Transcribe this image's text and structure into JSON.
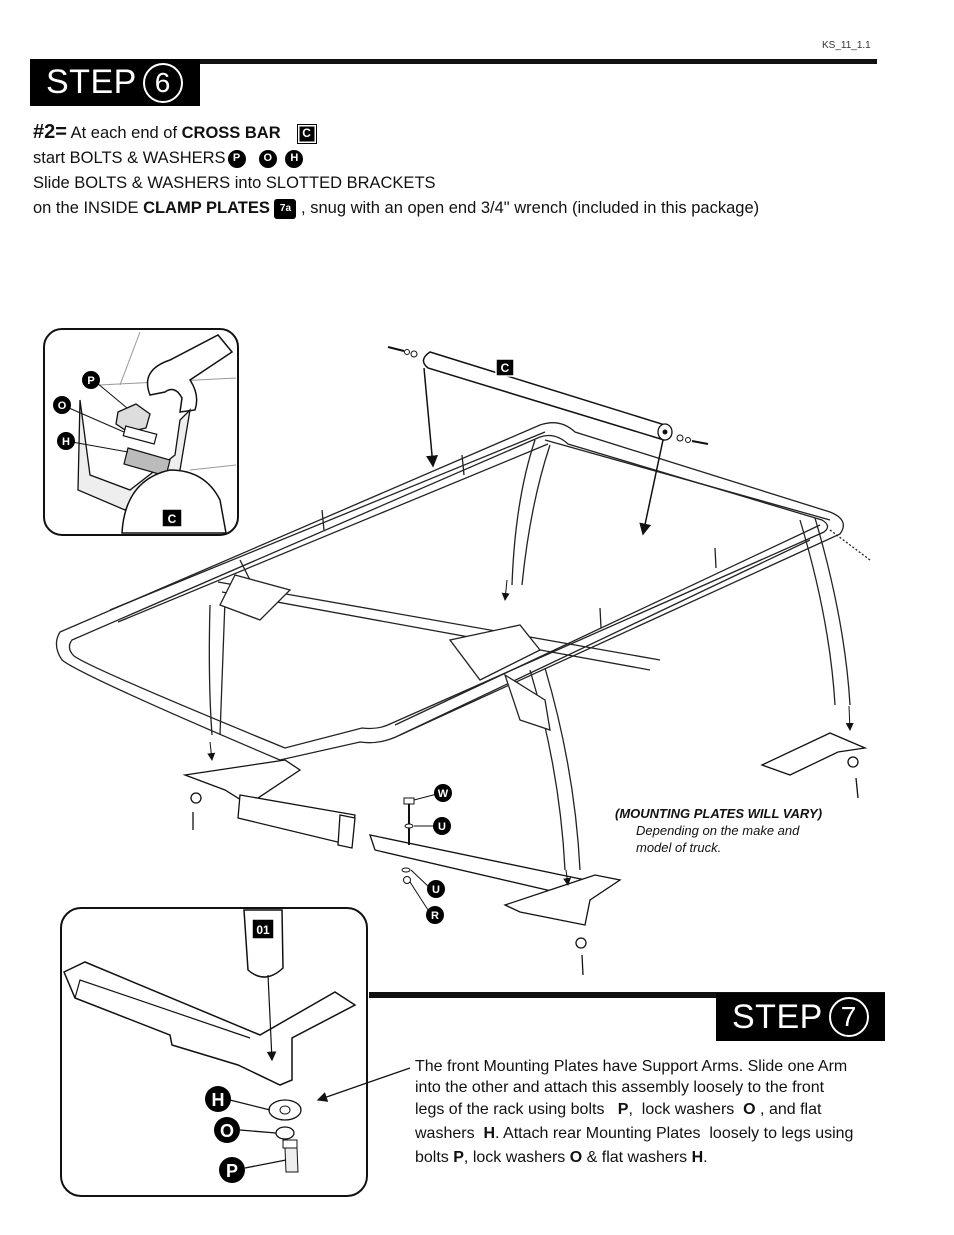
{
  "doc_code": "KS_11_1.1",
  "step6": {
    "label": "STEP",
    "number": "6",
    "line1": {
      "prefix": "#2=",
      "text": " At each end of ",
      "bold": "CROSS BAR",
      "badge": "C"
    },
    "line2": {
      "text": "start BOLTS & WASHERS",
      "badges": [
        "P",
        "O",
        "H"
      ]
    },
    "line3": "Slide BOLTS & WASHERS into SLOTTED BRACKETS",
    "line4": {
      "text": "on the INSIDE ",
      "bold": "CLAMP PLATES",
      "badge": "7a",
      "rest": " , snug with an open end 3/4\" wrench (included in this package)"
    }
  },
  "diagram": {
    "inset_labels": [
      "P",
      "O",
      "H",
      "C"
    ],
    "crossbar_label": "C",
    "hardware_labels": [
      "W",
      "U",
      "U",
      "R"
    ],
    "note_title": "(MOUNTING PLATES WILL VARY)",
    "note_line1": "Depending on the make and",
    "note_line2": "model of truck.",
    "inset2_labels": {
      "part": "01",
      "h": "H",
      "o": "O",
      "p": "P"
    }
  },
  "step7": {
    "label": "STEP",
    "number": "7",
    "lines": {
      "l1": "The front Mounting Plates have Support Arms. Slide one Arm",
      "l2": "into the other and attach this assembly loosely to the front",
      "l3a": "legs of the rack using bolts   ",
      "l3b": "P",
      "l3c": ",  lock washers  ",
      "l3d": "O",
      "l3e": " , and flat",
      "l4a": "washers  ",
      "l4b": "H",
      "l4c": ". Attach rear Mounting Plates  loosely to legs using",
      "l5a": "bolts ",
      "l5b": "P",
      "l5c": ", lock washers ",
      "l5d": "O",
      "l5e": " & flat washers ",
      "l5f": "H",
      "l5g": "."
    }
  }
}
